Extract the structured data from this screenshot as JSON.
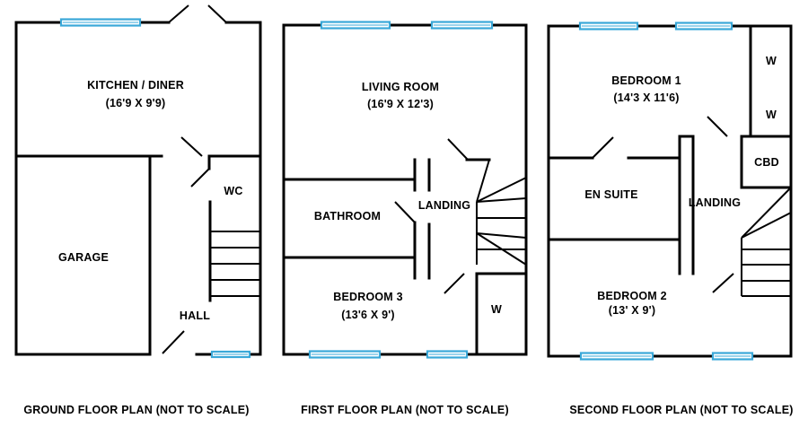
{
  "colors": {
    "wall": "#000000",
    "window": "#3aa8d8",
    "background": "#ffffff"
  },
  "ground_floor": {
    "caption": "GROUND FLOOR PLAN (NOT TO SCALE)",
    "kitchen_name": "KITCHEN / DINER",
    "kitchen_size": "(16'9 X 9'9)",
    "wc": "WC",
    "garage": "GARAGE",
    "hall": "HALL"
  },
  "first_floor": {
    "caption": "FIRST FLOOR PLAN (NOT TO SCALE)",
    "living_name": "LIVING ROOM",
    "living_size": "(16'9 X 12'3)",
    "bathroom": "BATHROOM",
    "landing": "LANDING",
    "bedroom3_name": "BEDROOM 3",
    "bedroom3_size": "(13'6 X 9')",
    "wardrobe": "W"
  },
  "second_floor": {
    "caption": "SECOND FLOOR PLAN (NOT TO SCALE)",
    "bedroom1_name": "BEDROOM 1",
    "bedroom1_size": "(14'3 X 11'6)",
    "wardrobe_1": "W",
    "wardrobe_2": "W",
    "cbd": "CBD",
    "ensuite": "EN SUITE",
    "landing": "LANDING",
    "bedroom2_name": "BEDROOM 2",
    "bedroom2_size": "(13' X 9')"
  }
}
